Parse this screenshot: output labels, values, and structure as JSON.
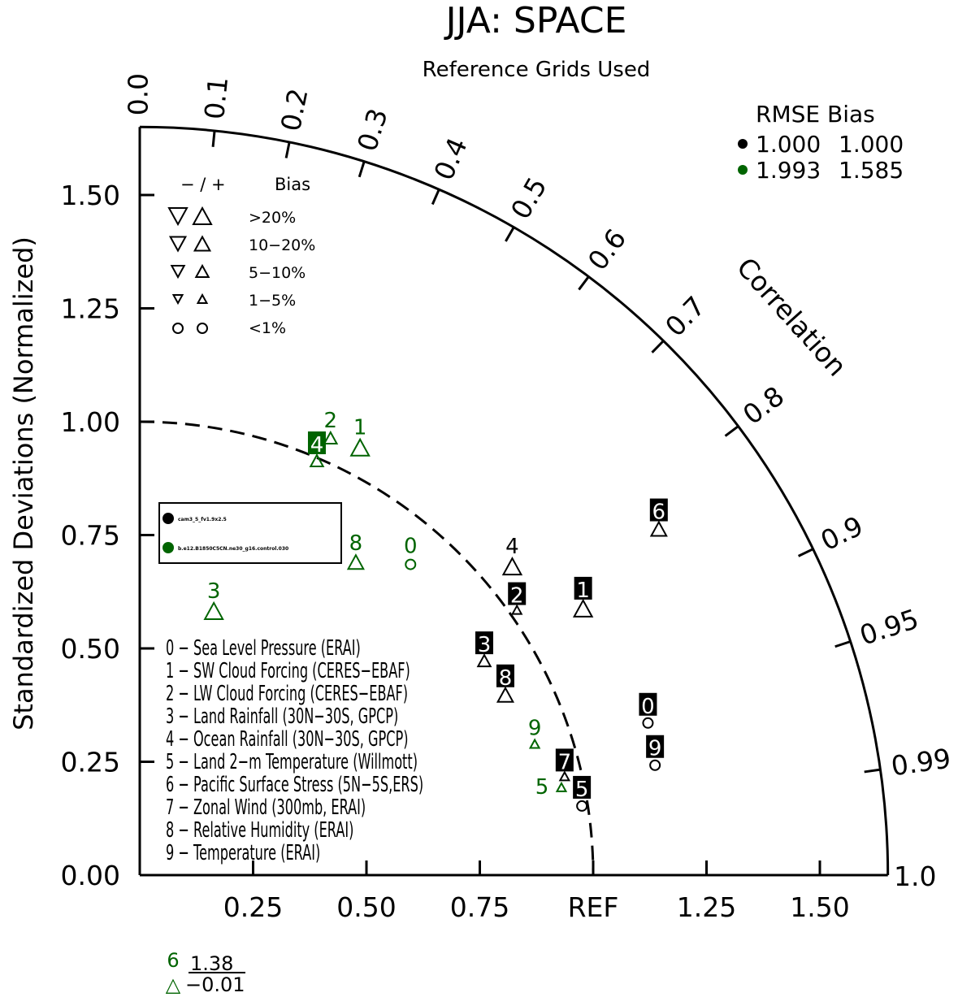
{
  "chart_data": {
    "type": "scatter",
    "subtype": "taylor-diagram",
    "title": "JJA: SPACE",
    "subtitle": "Reference Grids Used",
    "ylabel": "Standardized Deviations (Normalized)",
    "corr_axis_label": "Correlation",
    "std_range": [
      0,
      1.65
    ],
    "std_ticks": [
      {
        "v": 0.0,
        "label": "0.00"
      },
      {
        "v": 0.25,
        "label": "0.25"
      },
      {
        "v": 0.5,
        "label": "0.50"
      },
      {
        "v": 0.75,
        "label": "0.75"
      },
      {
        "v": 1.0,
        "label": "1.00"
      },
      {
        "v": 1.25,
        "label": "1.25"
      },
      {
        "v": 1.5,
        "label": "1.50"
      }
    ],
    "x_ticks": [
      {
        "v": 0.25,
        "label": "0.25"
      },
      {
        "v": 0.5,
        "label": "0.50"
      },
      {
        "v": 0.75,
        "label": "0.75"
      },
      {
        "v": 1.0,
        "label": "REF"
      },
      {
        "v": 1.25,
        "label": "1.25"
      },
      {
        "v": 1.5,
        "label": "1.50"
      }
    ],
    "corr_ticks": [
      {
        "v": 0.0,
        "label": "0.0"
      },
      {
        "v": 0.1,
        "label": "0.1"
      },
      {
        "v": 0.2,
        "label": "0.2"
      },
      {
        "v": 0.3,
        "label": "0.3"
      },
      {
        "v": 0.4,
        "label": "0.4"
      },
      {
        "v": 0.5,
        "label": "0.5"
      },
      {
        "v": 0.6,
        "label": "0.6"
      },
      {
        "v": 0.7,
        "label": "0.7"
      },
      {
        "v": 0.8,
        "label": "0.8"
      },
      {
        "v": 0.9,
        "label": "0.9"
      },
      {
        "v": 0.95,
        "label": "0.95"
      },
      {
        "v": 0.99,
        "label": "0.99"
      },
      {
        "v": 1.0,
        "label": "1.0"
      }
    ],
    "reference_std": 1.0,
    "bias_legend": {
      "header_sign": "− / +",
      "header_bias": "Bias",
      "rows": [
        {
          "label": ">20%",
          "size": 1.0
        },
        {
          "label": "10−20%",
          "size": 0.85
        },
        {
          "label": "5−10%",
          "size": 0.7
        },
        {
          "label": "1−5%",
          "size": 0.5
        },
        {
          "label": "<1%",
          "size": 0,
          "circle": true
        }
      ]
    },
    "rmse_bias_legend": {
      "header": "RMSE  Bias",
      "rows": [
        {
          "rmse": "1.000",
          "bias": "1.000",
          "color": "#000000"
        },
        {
          "rmse": "1.993",
          "bias": "1.585",
          "color": "#006400"
        }
      ]
    },
    "series": [
      {
        "name": "cam3_5_fv1.9x2.5",
        "color": "#000000",
        "boxed_labels": true,
        "points": [
          {
            "id": "0",
            "std": 1.17,
            "corr": 0.958,
            "marker": "circle",
            "size": 0
          },
          {
            "id": "1",
            "std": 1.141,
            "corr": 0.857,
            "marker": "up",
            "size": 1.0
          },
          {
            "id": "2",
            "std": 1.017,
            "corr": 0.818,
            "marker": "up",
            "size": 0.5
          },
          {
            "id": "3",
            "std": 0.895,
            "corr": 0.849,
            "marker": "up",
            "size": 0.7
          },
          {
            "id": "4",
            "std": 1.067,
            "corr": 0.77,
            "marker": "up",
            "size": 1.0,
            "plain": true
          },
          {
            "id": "5",
            "std": 0.987,
            "corr": 0.988,
            "marker": "circle",
            "size": 0
          },
          {
            "id": "6",
            "std": 1.376,
            "corr": 0.832,
            "marker": "up",
            "size": 0.85
          },
          {
            "id": "7",
            "std": 0.962,
            "corr": 0.974,
            "marker": "up",
            "size": 0.5
          },
          {
            "id": "8",
            "std": 0.899,
            "corr": 0.897,
            "marker": "up",
            "size": 0.85
          },
          {
            "id": "9",
            "std": 1.162,
            "corr": 0.978,
            "marker": "circle",
            "size": 0
          }
        ]
      },
      {
        "name": "b.e12.B1850C5CN.ne30_g16.control.030",
        "color": "#006400",
        "boxed_labels": false,
        "points": [
          {
            "id": "0",
            "std": 0.909,
            "corr": 0.657,
            "marker": "circle",
            "size": 0
          },
          {
            "id": "1",
            "std": 1.061,
            "corr": 0.458,
            "marker": "up",
            "size": 1.0
          },
          {
            "id": "2",
            "std": 1.052,
            "corr": 0.4,
            "marker": "up",
            "size": 0.7
          },
          {
            "id": "3",
            "std": 0.605,
            "corr": 0.27,
            "marker": "up",
            "size": 1.0
          },
          {
            "id": "4",
            "std": 0.994,
            "corr": 0.393,
            "marker": "up",
            "size": 0.7,
            "boxed": true
          },
          {
            "id": "5",
            "std": 0.95,
            "corr": 0.979,
            "marker": "up",
            "size": 0.5
          },
          {
            "id": "8",
            "std": 0.839,
            "corr": 0.568,
            "marker": "up",
            "size": 0.85
          },
          {
            "id": "9",
            "std": 0.918,
            "corr": 0.949,
            "marker": "up",
            "size": 0.5
          }
        ]
      }
    ],
    "off_chart": {
      "id": "6",
      "std": "1.38",
      "bias": "−0.01",
      "color": "#006400",
      "marker": "△"
    },
    "variables": [
      "0 − Sea Level Pressure (ERAI)",
      "1 − SW Cloud Forcing (CERES−EBAF)",
      "2 − LW Cloud Forcing (CERES−EBAF)",
      "3 − Land Rainfall (30N−30S, GPCP)",
      "4 − Ocean Rainfall (30N−30S, GPCP)",
      "5 − Land 2−m Temperature (Willmott)",
      "6 − Pacific Surface Stress (5N−5S,ERS)",
      "7 − Zonal Wind (300mb, ERAI)",
      "8 − Relative Humidity (ERAI)",
      "9 − Temperature (ERAI)"
    ]
  }
}
